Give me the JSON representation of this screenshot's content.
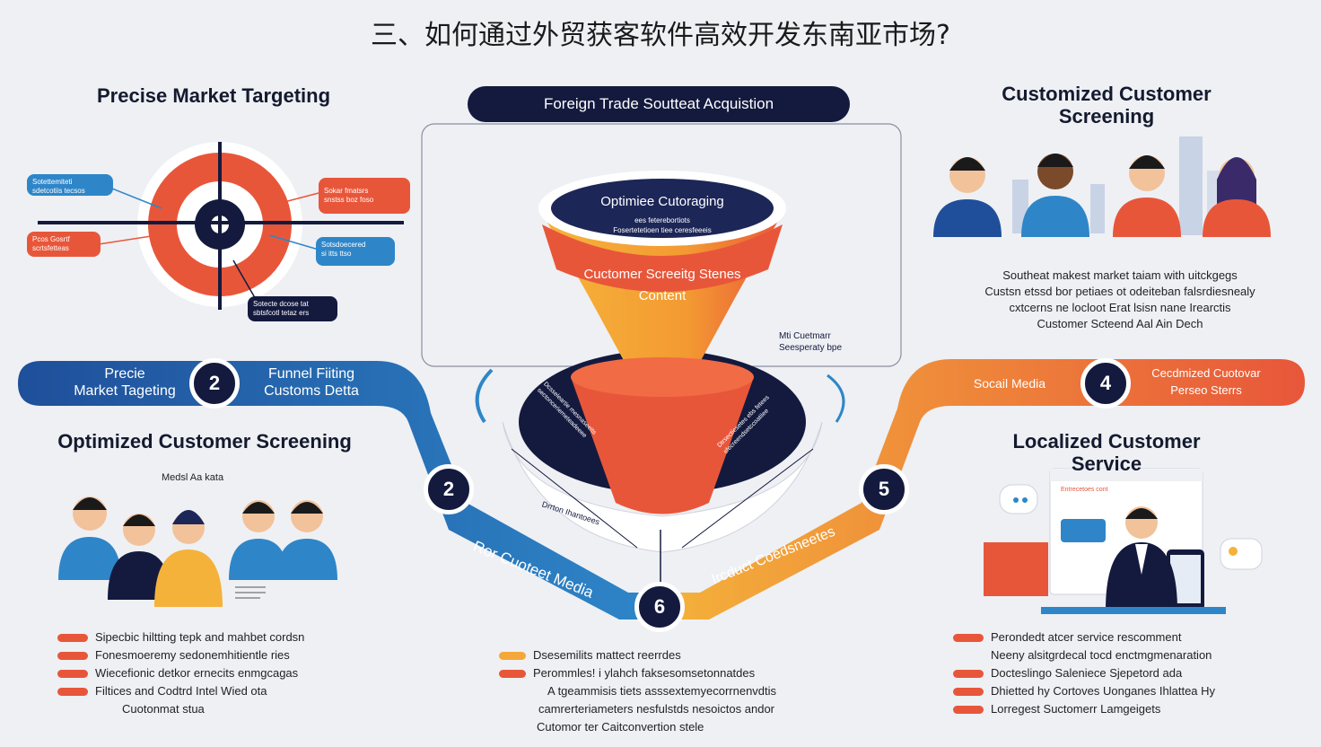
{
  "title": "三、如何通过外贸获客软件高效开发东南亚市场?",
  "center_header": "Foreign Trade Soutteat Acquistion",
  "sections": {
    "precise": {
      "heading": "Precise Market Targeting",
      "callouts": [
        "Sotettemiteti\nsdetcotiis tecsos",
        "Sokar fmatsrs\nsnstss boz foso",
        "Pcos Gosrtf\nscrtsfetteas",
        "Sotsdoecered\nsi itts ttso",
        "Sotecte dcose tat\nsbtsfcotl tetaz ers"
      ]
    },
    "customized": {
      "heading": "Customized Customer Screening",
      "body": "Southeat makest market taiam with uitckgegs\nCustsn etssd bor petiaes ot odeiteban falsrdiesnealy\ncxtcerns ne locloot Erat lsisn nane Irearctis\nCustomer Scteend Aal Ain Dech"
    },
    "optimized": {
      "heading": "Optimized Customer Screening",
      "sublabel": "Medsl Aa kata",
      "list": [
        "Sipecbic hiltting tepk and mahbet cordsn",
        "Fonesmoeremy sedonemhitientle ries",
        "Wiecefionic detkor ernecits enmgcagas",
        "Filtices and Codtrd Intel Wied ota",
        "Cuotonmat stua"
      ]
    },
    "localized": {
      "heading": "Localized Customer Service",
      "screen_label": "Entrecetoes cont",
      "list": [
        "Perondedt atcer service rescomment",
        "Neeny alsitgrdecal tocd enctmgmenaration",
        "Docteslingo Saleniece Sjepetord ada",
        "Dhietted hy Cortoves Uonganes Ihlattea Hy",
        "Lorregest Suctomerr Lamgeigets"
      ]
    },
    "center": {
      "list": [
        "Dsesemilits mattect reerrdes",
        "Perommles! i ylahch faksesomsetonnatdes",
        "A tgeammisis tiets asssextemyecorrnenvdtis",
        "camrerteriameters nesfulstds nesoictos andor",
        "Cutomor ter Caitconvertion stele"
      ]
    }
  },
  "funnel": {
    "top_label": "Optimiee Cutoraging",
    "top_sub": "ees feterebortiots\nFosertetetioen  tiee ceresfeeeis",
    "mid_label": "Cuctomer Screeitg Stenes\nContent",
    "side_label": "Mti Cuetmarr\nSeesperaty bpe",
    "bowl_left": "Dcsseleartie mesnaseeits\nsectonceriemeteadeeee",
    "bowl_right": "Dtrsectiesetes ebs fetees\nsfecreendsetccoatiiee",
    "pan_left": "Drrton Ihantoees"
  },
  "bands": {
    "left": {
      "text1": "Precie\nMarket Tageting",
      "num": "2",
      "text2": "Funnel Fiiting\nCustoms Detta"
    },
    "right": {
      "text1": "Socail Media",
      "num": "4",
      "text2": "Cecdmized Cuotovar\nPerseo Sterrs"
    },
    "arc_left": "Ror Cuoteet Media",
    "arc_right": "Ircduct Coedsneetes",
    "n_left": "2",
    "n_right": "5",
    "n_bottom": "6"
  },
  "colors": {
    "navy": "#141a3e",
    "red": "#e8563a",
    "blue": "#2e86c8",
    "orange": "#f4a83a",
    "bg": "#eef0f4"
  }
}
